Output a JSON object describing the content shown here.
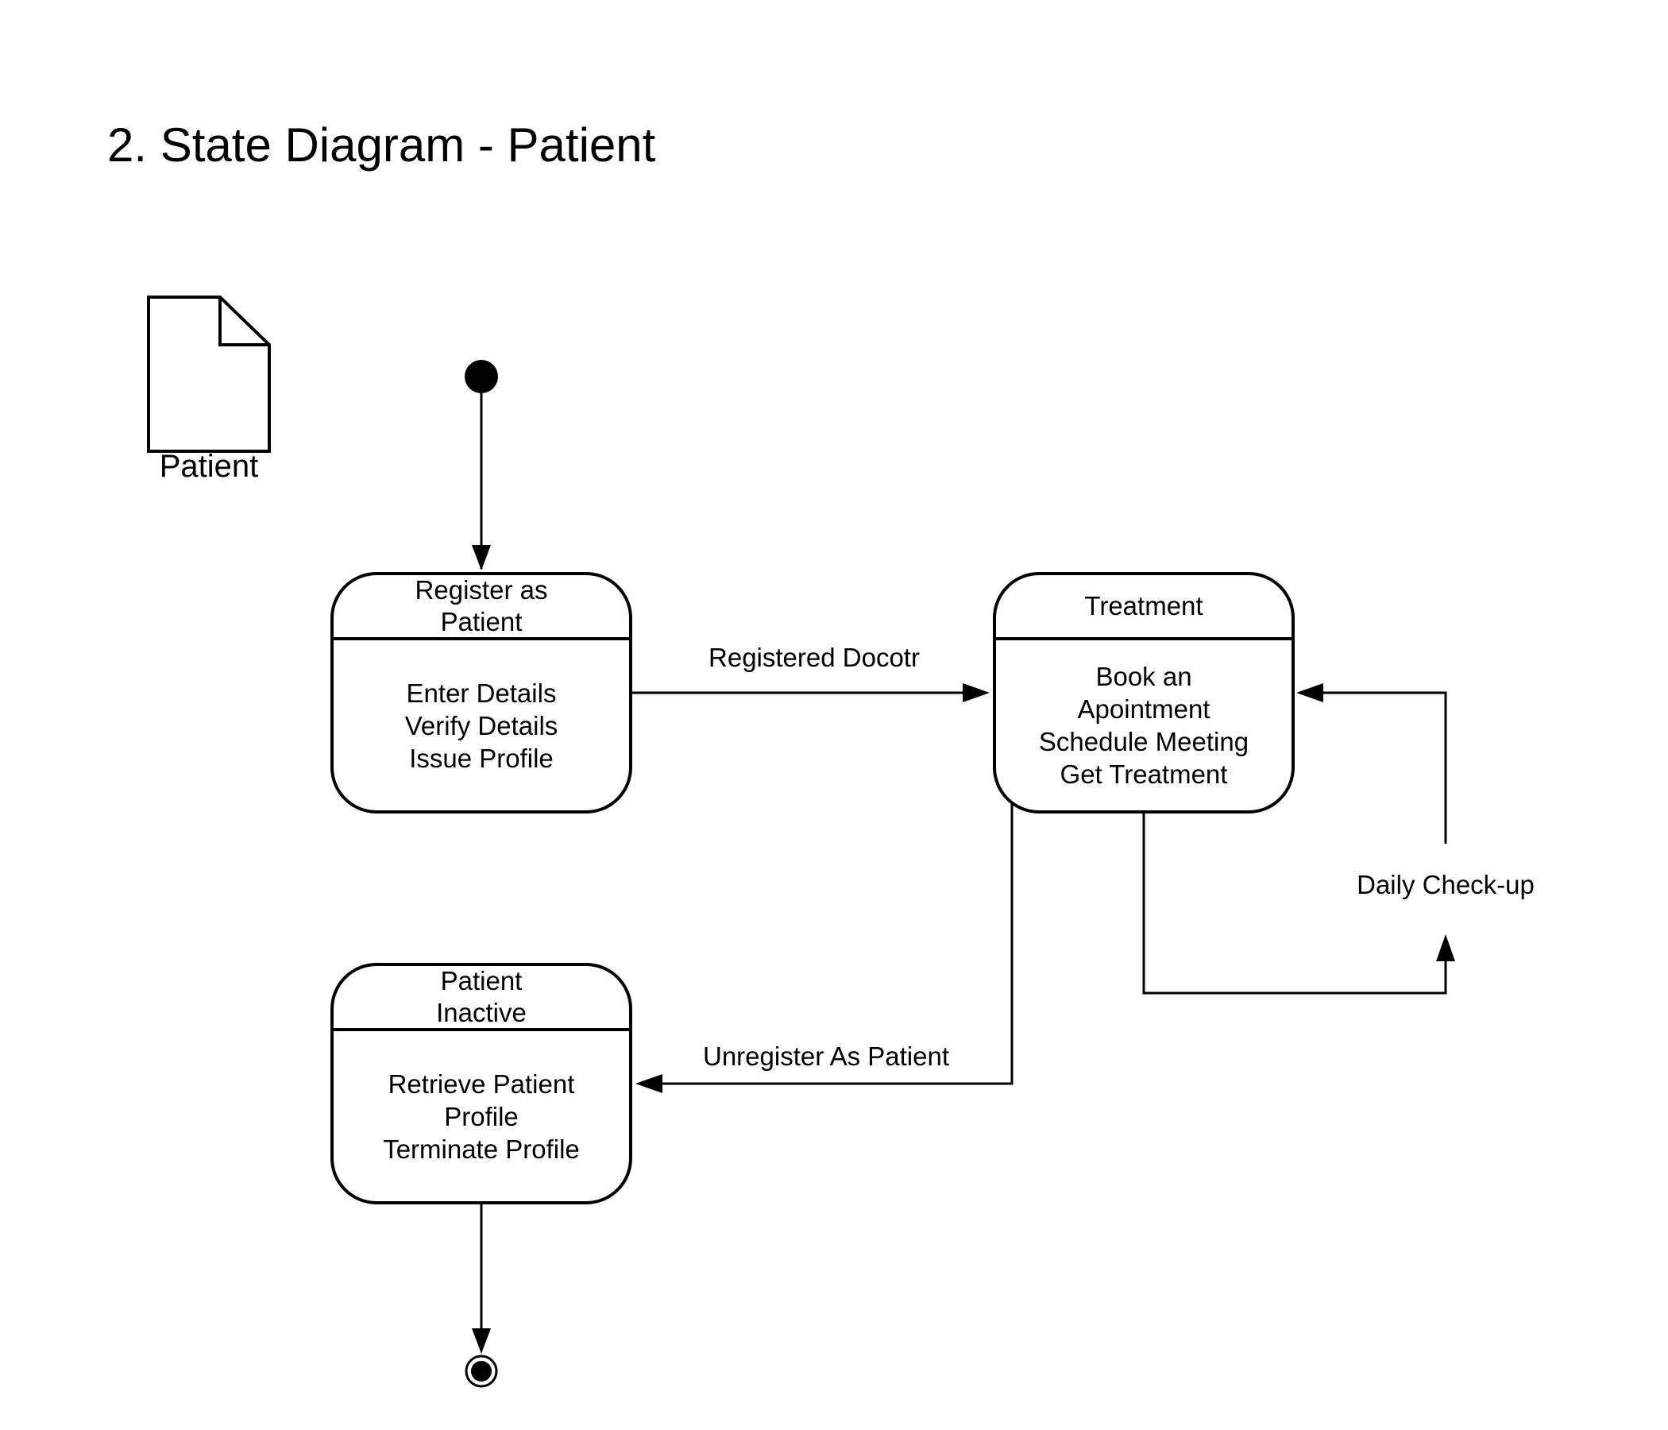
{
  "page": {
    "title": "2. State Diagram - Patient"
  },
  "document_icon": {
    "icon": "document-icon",
    "caption": "Patient"
  },
  "states": {
    "register": {
      "title_line1": "Register as",
      "title_line2": "Patient",
      "activities": [
        "Enter Details",
        "Verify Details",
        "Issue Profile"
      ]
    },
    "treatment": {
      "title": "Treatment",
      "activities": [
        "Book an",
        "Apointment",
        "Schedule Meeting",
        "Get Treatment"
      ]
    },
    "inactive": {
      "title_line1": "Patient",
      "title_line2": "Inactive",
      "activities": [
        "Retrieve Patient",
        "Profile",
        "Terminate Profile"
      ]
    }
  },
  "transitions": {
    "register_to_treatment": "Registered Docotr",
    "treatment_to_inactive": "Unregister As Patient",
    "treatment_self_loop": "Daily Check-up"
  },
  "colors": {
    "stroke": "#000000",
    "fill": "#ffffff"
  }
}
